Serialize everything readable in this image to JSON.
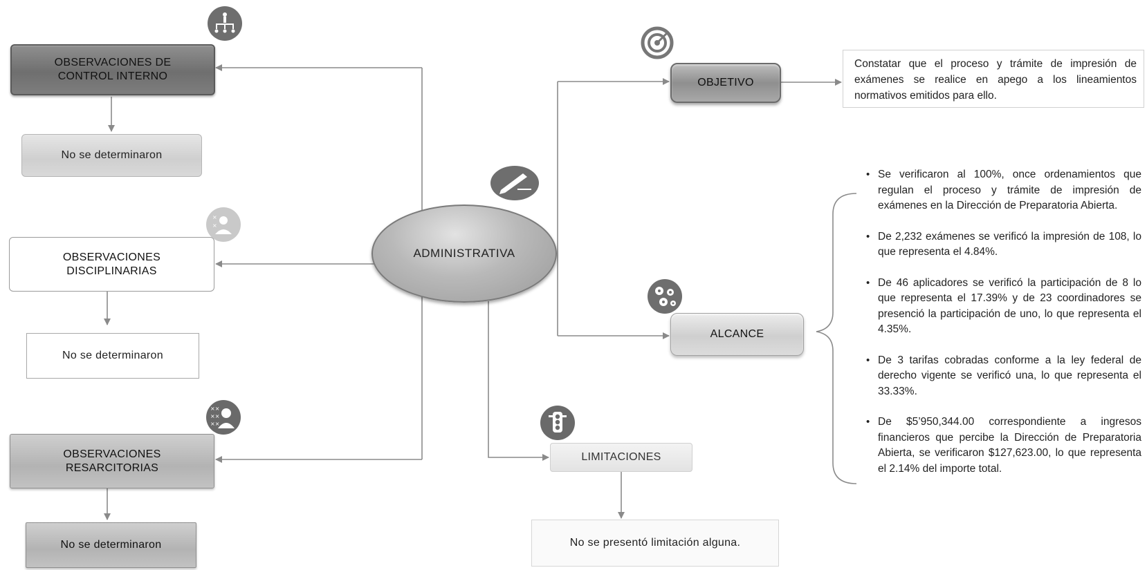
{
  "center": {
    "label": "ADMINISTRATIVA"
  },
  "left": {
    "control_interno": {
      "title": "OBSERVACIONES DE CONTROL INTERNO",
      "result": "No se determinaron"
    },
    "disciplinarias": {
      "title": "OBSERVACIONES DISCIPLINARIAS",
      "result": "No se determinaron"
    },
    "resarcitorias": {
      "title": "OBSERVACIONES RESARCITORIAS",
      "result": "No se determinaron"
    }
  },
  "objetivo": {
    "label": "OBJETIVO",
    "text": "Constatar que el proceso y trámite de impresión de exámenes se realice en apego a los lineamientos normativos emitidos para ello."
  },
  "alcance": {
    "label": "ALCANCE",
    "items": [
      "Se verificaron al 100%, once ordenamientos que regulan el proceso y trámite de impresión de exámenes en la Dirección de Preparatoria Abierta.",
      "De 2,232 exámenes se verificó la impresión de 108, lo que representa el 4.84%.",
      "De 46 aplicadores se verificó la participación de 8 lo que representa el 17.39% y de 23 coordinadores se presenció la participación de uno, lo que representa el 4.35%.",
      "De 3 tarifas cobradas conforme a la ley federal de derecho vigente se verificó una, lo que representa el 33.33%.",
      "De $5’950,344.00 correspondiente a ingresos financieros que percibe la Dirección de Preparatoria Abierta, se verificaron $127,623.00, lo que representa el 2.14% del importe total."
    ]
  },
  "limitaciones": {
    "label": "LIMITACIONES",
    "result": "No se presentó limitación alguna."
  },
  "icons": [
    "org-chart-icon",
    "people-icon",
    "auditor-icon",
    "target-icon",
    "pen-signing-icon",
    "gears-icon",
    "traffic-light-icon"
  ],
  "colors": {
    "dark_box": "#7d7d7d",
    "light_box": "#d9d9d9",
    "connector": "#8a8a8a"
  }
}
